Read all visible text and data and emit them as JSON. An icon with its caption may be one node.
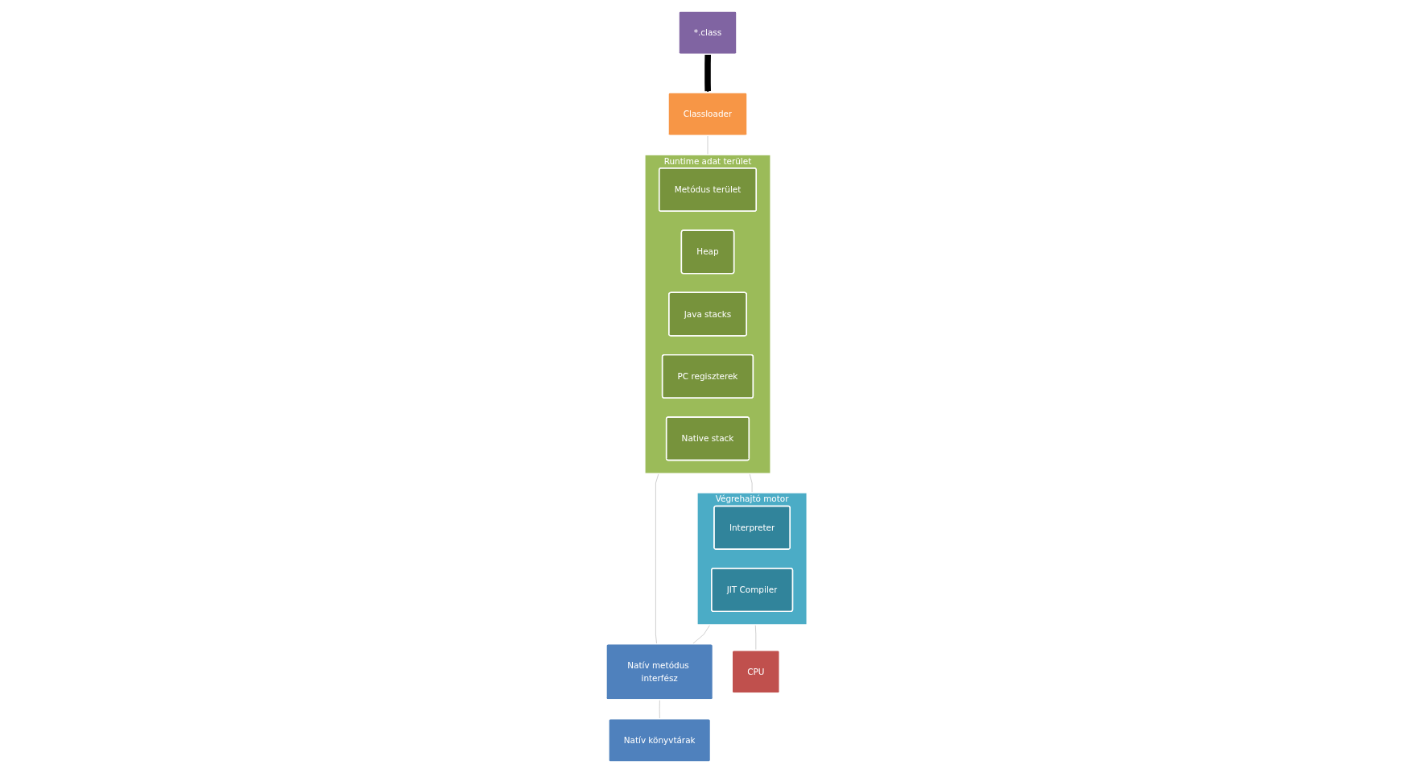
{
  "diagram": {
    "nodes": [
      {
        "text": [
          "*.class"
        ]
      },
      {
        "text": [
          "Classloader"
        ]
      },
      {
        "text": [
          "Runtime adat terület"
        ]
      },
      {
        "text": [
          "Metódus terület"
        ],
        "in": 2
      },
      {
        "text": [
          "Heap"
        ],
        "in": 2
      },
      {
        "text": [
          "Java stacks"
        ],
        "in": 2
      },
      {
        "text": [
          "PC regiszterek"
        ],
        "in": 2
      },
      {
        "text": [
          "Native stack"
        ],
        "in": 2
      },
      {
        "text": [
          "Végrehajtó motor"
        ]
      },
      {
        "text": [
          "Interpreter"
        ],
        "in": 8
      },
      {
        "text": [
          "JIT Compiler"
        ],
        "in": 8
      },
      {
        "text": [
          "Natív metódus interfész"
        ]
      },
      {
        "text": [
          "Natív könyvtárak"
        ]
      },
      {
        "text": [
          "CPU"
        ]
      }
    ],
    "edges": [
      {
        "from": 0,
        "to": 1,
        "arrow": "to",
        "style": "thick",
        "color": "#000000"
      },
      {
        "from": 1,
        "to": 2,
        "arrow": "none"
      },
      {
        "from": 2,
        "to": 8,
        "arrow": "none"
      },
      {
        "from": 2,
        "to": 11,
        "arrow": "none"
      },
      {
        "from": 8,
        "to": 11,
        "arrow": "none"
      },
      {
        "from": 11,
        "to": 12,
        "arrow": "none"
      },
      {
        "from": 8,
        "to": 13,
        "arrow": "none"
      }
    ]
  }
}
